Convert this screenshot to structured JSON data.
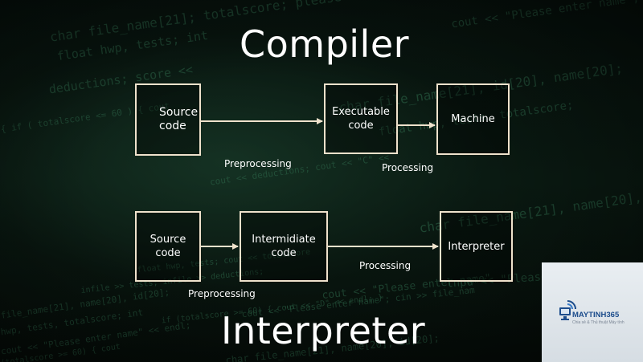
{
  "titles": {
    "top": "Compiler",
    "bottom": "Interpreter"
  },
  "compiler": {
    "source_line1": "Source",
    "source_line2": "code",
    "executable_line1": "Executable",
    "executable_line2": "code",
    "machine": "Machine",
    "preprocessing": "Preprocessing",
    "processing": "Processing"
  },
  "interpreter": {
    "source_line1": "Source",
    "source_line2": "code",
    "intermediate_line1": "Intermidiate",
    "intermediate_line2": "code",
    "interpreter_box": "Interpreter",
    "preprocessing": "Preprocessing",
    "processing": "Processing"
  },
  "watermark": {
    "brand": "MAYTINH365",
    "tagline": "Chia sẻ & Thủ thuật Máy tính"
  },
  "colors": {
    "box_border": "#efe2cc",
    "arrow": "#efe2cc",
    "title": "#ffffff",
    "code_text": "#2f6a4c",
    "brand": "#1c4c8c"
  },
  "background_code": [
    "char file_name[21]; totalscore; please enter n",
    "float hwp, tests; int",
    "deductions; score << ",
    "cout << \"Please enter name\"; cin >>",
    "{ if ( totalscore <= 60 ) { cout",
    "char file_name[21], id[20], name[20];",
    "float hwp, tests, totalscore;",
    "cout << deductions; cout << \"C\" <<",
    "char file_name[21], name[20], id[20];",
    "file_name[21], name[20], id[20];",
    "hwp, tests, totalscore; int",
    "cout << \"Please enter name\" << endl;",
    "(totalscore >= 60) { cout",
    "infile >> tests; infile >> deductions;",
    "cout << \"Please enter name\"",
    "char file_name[21], name[20], id[20];",
    "lnpu  << \"Please enter name",
    "float hwp, tests; cout << totalscore",
    "cout << \"Please enter name\"; cin >> file_nam",
    "if (totalscore >= 60) { cout << \"D\" << endl; }"
  ]
}
